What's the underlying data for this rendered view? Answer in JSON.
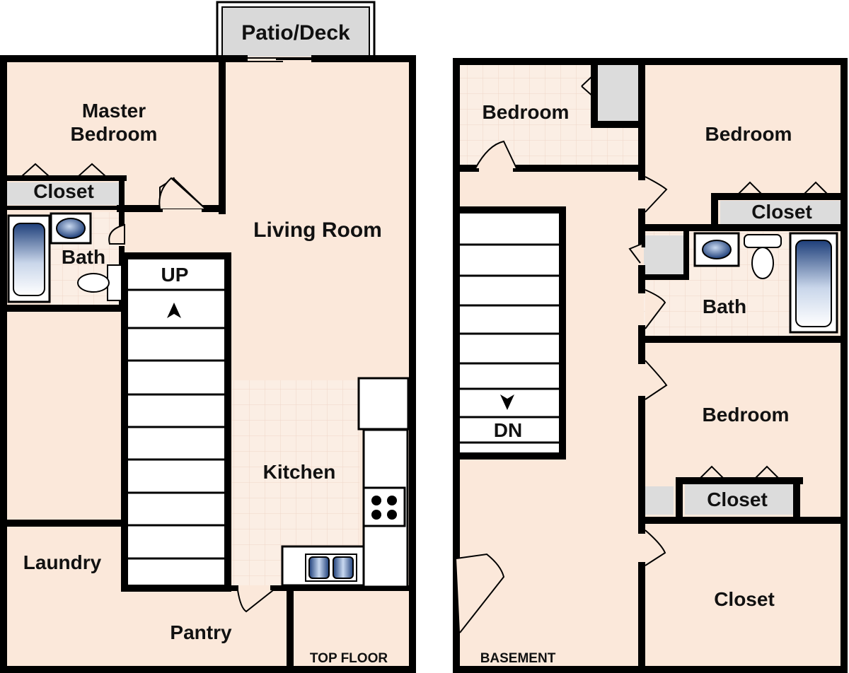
{
  "colors": {
    "wall": "#000000",
    "floor": "#fbe8da",
    "floor_light": "#fdf0e6",
    "tile_grid": "#f0d8ca",
    "fixture_gray": "#dcdcdc",
    "tub_blue": "#1e3f7a",
    "stair_white": "#ffffff",
    "door_fill": "#fbe8da"
  },
  "top_floor": {
    "patio": "Patio/Deck",
    "master_bedroom_line1": "Master",
    "master_bedroom_line2": "Bedroom",
    "closet": "Closet",
    "bath": "Bath",
    "living_room": "Living Room",
    "stairs": "UP",
    "kitchen": "Kitchen",
    "laundry": "Laundry",
    "pantry": "Pantry",
    "level_label": "TOP FLOOR"
  },
  "basement": {
    "bedroom_1": "Bedroom",
    "bedroom_2": "Bedroom",
    "closet_1": "Closet",
    "bath": "Bath",
    "stairs": "DN",
    "bedroom_3": "Bedroom",
    "closet_2": "Closet",
    "closet_3": "Closet",
    "level_label": "BASEMENT"
  }
}
